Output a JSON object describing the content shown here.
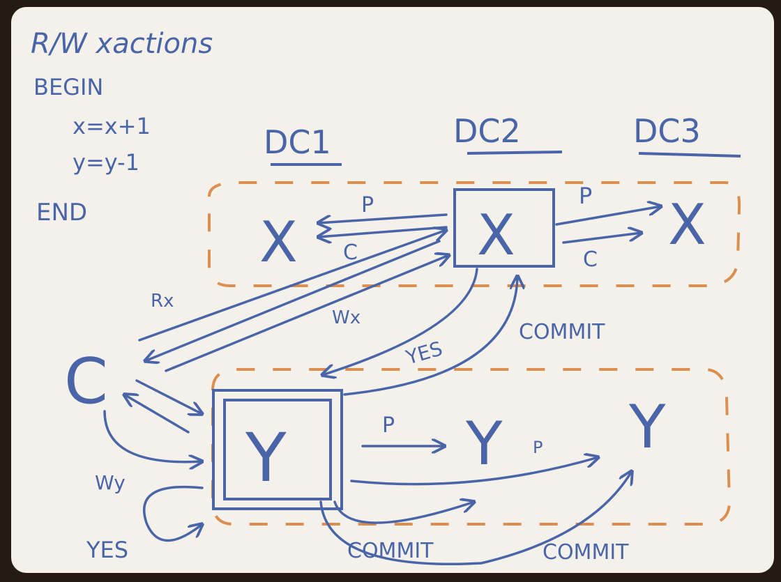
{
  "title": "R/W xactions",
  "code": [
    "BEGIN",
    "x=x+1",
    "y=y-1",
    "END"
  ],
  "datacenters": [
    "DC1",
    "DC2",
    "DC3"
  ],
  "client": "C",
  "x_labels": [
    "X",
    "X",
    "X"
  ],
  "y_labels": [
    "Y",
    "Y",
    "Y"
  ],
  "edge_labels": {
    "p": "P",
    "c": "C",
    "rx": "Rx",
    "wx": "Wx",
    "wy": "Wy",
    "yes": "YES",
    "commit": "COMMIT"
  },
  "colors": {
    "board": "#f3f1ea",
    "frame": "#241c14",
    "ink": "#3f5fa8",
    "dash": "#d9823f"
  }
}
